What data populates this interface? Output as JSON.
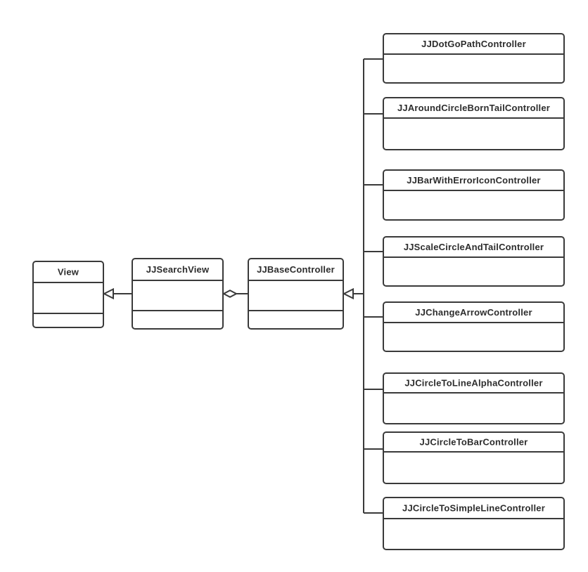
{
  "diagram_type": "uml-class-diagram",
  "colors": {
    "background": "#ffffff",
    "stroke": "#3a3a3a",
    "text": "#2d2d2d",
    "shape_fill": "#ffffff"
  },
  "classes": {
    "view": {
      "name": "View",
      "compartments": 3
    },
    "search_view": {
      "name": "JJSearchView",
      "compartments": 3
    },
    "base_controller": {
      "name": "JJBaseController",
      "compartments": 3
    }
  },
  "subclasses": [
    {
      "name": "JJDotGoPathController"
    },
    {
      "name": "JJAroundCircleBornTailController"
    },
    {
      "name": "JJBarWithErrorIconController"
    },
    {
      "name": "JJScaleCircleAndTailController"
    },
    {
      "name": "JJChangeArrowController"
    },
    {
      "name": "JJCircleToLineAlphaController"
    },
    {
      "name": "JJCircleToBarController"
    },
    {
      "name": "JJCircleToSimpleLineController"
    }
  ],
  "relationships": [
    {
      "from": "JJSearchView",
      "to": "View",
      "type": "generalization",
      "marker": "hollow-triangle"
    },
    {
      "from": "JJBaseController",
      "to": "JJSearchView",
      "type": "aggregation",
      "marker": "hollow-diamond"
    },
    {
      "from": "all-subclasses",
      "to": "JJBaseController",
      "type": "generalization",
      "marker": "hollow-triangle"
    }
  ]
}
